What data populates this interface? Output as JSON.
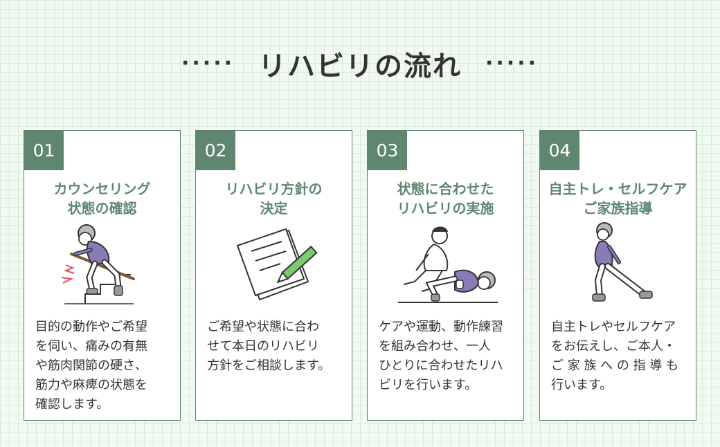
{
  "title": {
    "text": "リハビリの流れ",
    "left_dots": "·····",
    "right_dots": "·····"
  },
  "colors": {
    "accent": "#5f8770",
    "border": "#5f7f6c",
    "figure_shirt": "#8a7bb8",
    "background": "#f1faf1"
  },
  "steps": [
    {
      "number": "01",
      "heading": [
        "カウンセリング",
        "状態の確認"
      ],
      "body": [
        "目的の動作やご希望",
        "を伺い、痛みの有無",
        "や筋肉関節の硬さ、",
        "筋力や麻痺の状態を",
        "確認します。"
      ],
      "icon": "painful-stairs-icon"
    },
    {
      "number": "02",
      "heading": [
        "リハビリ方針の",
        "決定"
      ],
      "body": [
        "ご希望や状態に合わ",
        "せて本日のリハビリ",
        "方針をご相談します。"
      ],
      "icon": "document-pencil-icon"
    },
    {
      "number": "03",
      "heading": [
        "状態に合わせた",
        "リハビリの実施"
      ],
      "body": [
        "ケアや運動、動作練習",
        "を組み合わせ、一人",
        "ひとりに合わせたリハ",
        "ビリを行います。"
      ],
      "icon": "therapist-assisting-icon"
    },
    {
      "number": "04",
      "heading": [
        "自主トレ・セルフケア",
        "ご家族指導"
      ],
      "body": [
        "自主トレやセルフケア",
        "をお伝えし、ご本人・",
        "ご 家 族 へ の 指 導 も",
        "行います。"
      ],
      "icon": "stretching-person-icon"
    }
  ]
}
